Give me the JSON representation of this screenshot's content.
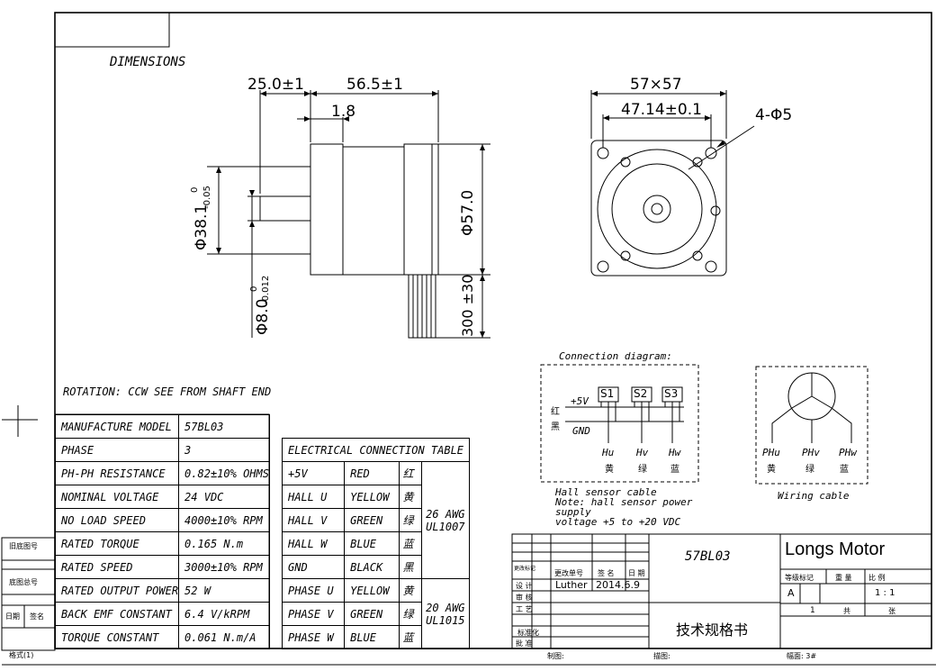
{
  "heading": "DIMENSIONS",
  "rotation_note": "ROTATION: CCW SEE FROM SHAFT END",
  "dims": {
    "shaft_len": "25.0±1",
    "body_len": "56.5±1",
    "flange_thk": "1.8",
    "pilot_dia": "Φ38.1",
    "pilot_tol_up": "0",
    "pilot_tol_low": "-0.05",
    "shaft_dia": "Φ8.0",
    "shaft_tol_up": "0",
    "shaft_tol_low": "-0.012",
    "body_dia": "Φ57.0",
    "lead_len": "300 ±30",
    "square": "57×57",
    "hole_pitch": "47.14±0.1",
    "holes": "4-Φ5"
  },
  "specs": [
    {
      "label": "MANUFACTURE MODEL",
      "value": "57BL03"
    },
    {
      "label": "PHASE",
      "value": "3"
    },
    {
      "label": "PH-PH RESISTANCE",
      "value": "0.82±10% OHMS"
    },
    {
      "label": "NOMINAL VOLTAGE",
      "value": "24 VDC"
    },
    {
      "label": "NO LOAD SPEED",
      "value": "4000±10% RPM"
    },
    {
      "label": "RATED TORQUE",
      "value": "0.165 N.m"
    },
    {
      "label": "RATED SPEED",
      "value": "3000±10% RPM"
    },
    {
      "label": "RATED OUTPUT POWER",
      "value": "52 W"
    },
    {
      "label": "BACK EMF CONSTANT",
      "value": "6.4 V/kRPM"
    },
    {
      "label": "TORQUE CONSTANT",
      "value": "0.061 N.m/A"
    }
  ],
  "conn_table": {
    "title": "ELECTRICAL CONNECTION TABLE",
    "rows": [
      {
        "sig": "+5V",
        "color": "RED",
        "cn": "红"
      },
      {
        "sig": "HALL U",
        "color": "YELLOW",
        "cn": "黄"
      },
      {
        "sig": "HALL V",
        "color": "GREEN",
        "cn": "绿"
      },
      {
        "sig": "HALL W",
        "color": "BLUE",
        "cn": "蓝"
      },
      {
        "sig": "GND",
        "color": "BLACK",
        "cn": "黑"
      },
      {
        "sig": "PHASE U",
        "color": "YELLOW",
        "cn": "黄"
      },
      {
        "sig": "PHASE V",
        "color": "GREEN",
        "cn": "绿"
      },
      {
        "sig": "PHASE W",
        "color": "BLUE",
        "cn": "蓝"
      }
    ],
    "wire1_a": "26 AWG",
    "wire1_b": "UL1007",
    "wire2_a": "20 AWG",
    "wire2_b": "UL1015"
  },
  "diagram": {
    "title": "Connection diagram:",
    "red": "红",
    "black": "黑",
    "p5v": "+5V",
    "gnd": "GND",
    "s1": "S1",
    "s2": "S2",
    "s3": "S3",
    "hu": "Hu",
    "hv": "Hv",
    "hw": "Hw",
    "hu_cn": "黄",
    "hv_cn": "绿",
    "hw_cn": "蓝",
    "phu": "PHu",
    "phv": "PHv",
    "phw": "PHw",
    "phu_cn": "黄",
    "phv_cn": "绿",
    "phw_cn": "蓝",
    "hall_caption": "Hall sensor cable",
    "note1": "Note: hall sensor power",
    "note2": "supply",
    "note3": "voltage +5 to +20 VDC",
    "wiring_caption": "Wiring cable"
  },
  "title_block": {
    "model": "57BL03",
    "company": "Longs Motor",
    "doc_title": "技术规格书",
    "change_mark": "更改标记",
    "change_no": "更改单号",
    "sign": "签 名",
    "date": "日 期",
    "design": "设 计",
    "designer": "Luther",
    "design_date": "2014.6.9",
    "review": "审 核",
    "process": "工 艺",
    "standard": "标准化",
    "approve": "批 准",
    "grade": "等级标记",
    "weight": "重 量",
    "scale_lbl": "比 例",
    "grade_val": "A",
    "scale_val": "1 : 1",
    "sheet_no": "1",
    "total": "共",
    "sheet": "张",
    "drawn": "制图:",
    "traced": "描图:",
    "size": "幅面: 3#"
  },
  "margin": {
    "old_no": "旧底图号",
    "base_no": "底图总号",
    "date": "日期",
    "sign": "签名",
    "format": "格式(1)"
  }
}
